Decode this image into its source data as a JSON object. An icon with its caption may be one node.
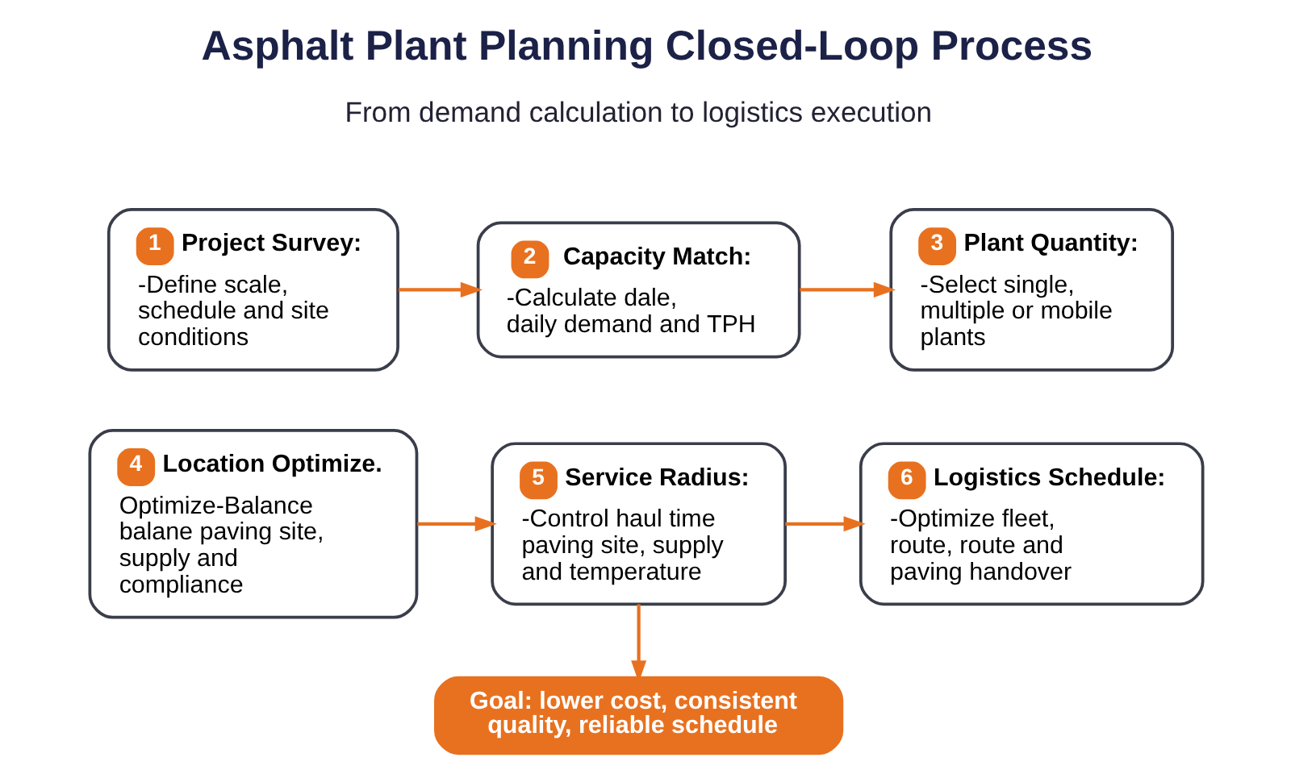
{
  "diagram": {
    "title": "Asphalt Plant Planning Closed-Loop Process",
    "nodes": [
      {
        "text": [
          "1",
          "Project Survey:",
          "-Define scale, schedule and site conditions"
        ]
      },
      {
        "text": [
          "2",
          "Capacity Match:",
          "-Calculate dale, daily demand and TPH"
        ]
      },
      {
        "text": [
          "3",
          "Plant Quantity:",
          "-Select single, multiple or mobile plants"
        ]
      },
      {
        "text": [
          "4",
          "Location Optimize.",
          "Optimize-Balance balane paving site, supply and compliance"
        ]
      },
      {
        "text": [
          "5",
          "Service Radius:",
          "-Control haul time paving site, supply and temperature"
        ]
      },
      {
        "text": [
          "6",
          "Logistics Schedule:",
          "-Optimize fleet, route, route and paving handover"
        ]
      },
      {
        "text": [
          "Goal: lower cost, consistent quality, reliable schedule"
        ]
      }
    ],
    "edges": [
      {
        "from": 0,
        "to": 1,
        "arrow": "to"
      },
      {
        "from": 1,
        "to": 2,
        "arrow": "to"
      },
      {
        "from": 3,
        "to": 4,
        "arrow": "to"
      },
      {
        "from": 4,
        "to": 5,
        "arrow": "to"
      },
      {
        "from": 4,
        "to": 6,
        "arrow": "to"
      }
    ],
    "labels": [
      "From demand calculation to logistics execution"
    ]
  }
}
